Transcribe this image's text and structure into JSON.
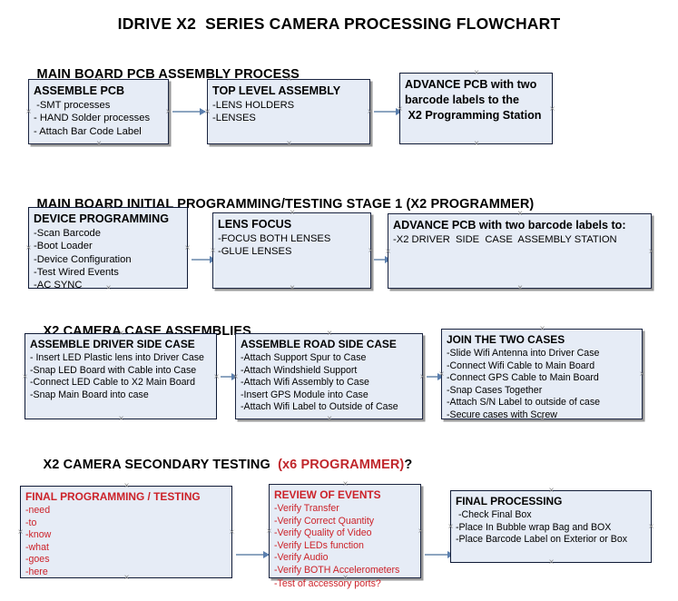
{
  "document": {
    "title": "IDRIVE X2  SERIES CAMERA PROCESSING FLOWCHART"
  },
  "theme": {
    "node_fill": "#e6ecf6",
    "node_border": "#0f1a36",
    "connector": "#8da5c0",
    "accent_red": "#cc2229",
    "text": "#000000"
  },
  "sections": [
    {
      "heading": "MAIN BOARD PCB ASSEMBLY PROCESS",
      "heading_accent": "",
      "heading_tail": ""
    },
    {
      "heading": "MAIN BOARD INITIAL PROGRAMMING/TESTING STAGE 1 (X2 PROGRAMMER)",
      "heading_accent": "",
      "heading_tail": ""
    },
    {
      "heading": "X2 CAMERA CASE ASSEMBLIES",
      "heading_accent": "",
      "heading_tail": ""
    },
    {
      "heading": "X2 CAMERA SECONDARY TESTING  ",
      "heading_accent": "(x6 PROGRAMMER)",
      "heading_tail": "?"
    }
  ],
  "nodes": {
    "assemble_pcb": {
      "title": "ASSEMBLE PCB",
      "lines": [
        " -SMT processes",
        "- HAND Solder processes",
        "- Attach Bar Code Label"
      ]
    },
    "top_level_assembly": {
      "title": "TOP LEVEL ASSEMBLY",
      "lines": [
        "-LENS HOLDERS",
        "-LENSES"
      ]
    },
    "advance_pcb_station": {
      "title": "ADVANCE PCB with two",
      "lines": [
        "barcode labels to the",
        " X2 Programming Station"
      ]
    },
    "device_programming": {
      "title": "DEVICE PROGRAMMING",
      "lines": [
        "-Scan Barcode",
        "-Boot Loader",
        "-Device Configuration",
        "-Test Wired Events",
        "-AC SYNC"
      ]
    },
    "lens_focus": {
      "title": "LENS FOCUS",
      "lines": [
        "-FOCUS BOTH LENSES",
        "-GLUE LENSES"
      ]
    },
    "advance_pcb_driver": {
      "title": "ADVANCE PCB with two barcode labels to:",
      "lines": [
        "-X2 DRIVER  SIDE  CASE  ASSEMBLY STATION"
      ]
    },
    "assemble_driver_side_case": {
      "title": "ASSEMBLE DRIVER SIDE CASE",
      "lines": [
        "- Insert LED Plastic lens into Driver Case",
        "-Snap LED Board with Cable into Case",
        "-Connect LED Cable to X2 Main Board",
        "-Snap Main Board into case"
      ]
    },
    "assemble_road_side_case": {
      "title": "ASSEMBLE ROAD SIDE CASE",
      "lines": [
        "-Attach Support Spur to Case",
        "-Attach Windshield Support",
        "-Attach Wifi Assembly to Case",
        "-Insert GPS Module into Case",
        "-Attach Wifi Label to Outside of Case"
      ]
    },
    "join_the_two_cases": {
      "title": "JOIN THE TWO CASES",
      "lines": [
        "-Slide Wifi Antenna into Driver Case",
        "-Connect Wifi Cable to Main Board",
        "-Connect GPS Cable to Main Board",
        "-Snap Cases Together",
        "-Attach S/N Label to outside of case",
        "-Secure cases with Screw"
      ]
    },
    "final_programming_testing": {
      "title": "FINAL PROGRAMMING / TESTING",
      "lines": [
        "-need",
        "-to",
        "-know",
        "-what",
        "-goes",
        "-here"
      ]
    },
    "review_of_events": {
      "title": "REVIEW OF EVENTS",
      "lines": [
        "-Verify Transfer",
        "-Verify Correct Quantity",
        "-Verify Quality of Video",
        "-Verify LEDs function",
        "-Verify Audio",
        "-Verify BOTH Accelerometers"
      ],
      "overflow_line": "-Test of accessory ports?"
    },
    "final_processing": {
      "title": "FINAL PROCESSING",
      "lines": [
        " -Check Final Box",
        "-Place In Bubble wrap Bag and BOX",
        "-Place Barcode Label on Exterior or Box"
      ]
    }
  }
}
